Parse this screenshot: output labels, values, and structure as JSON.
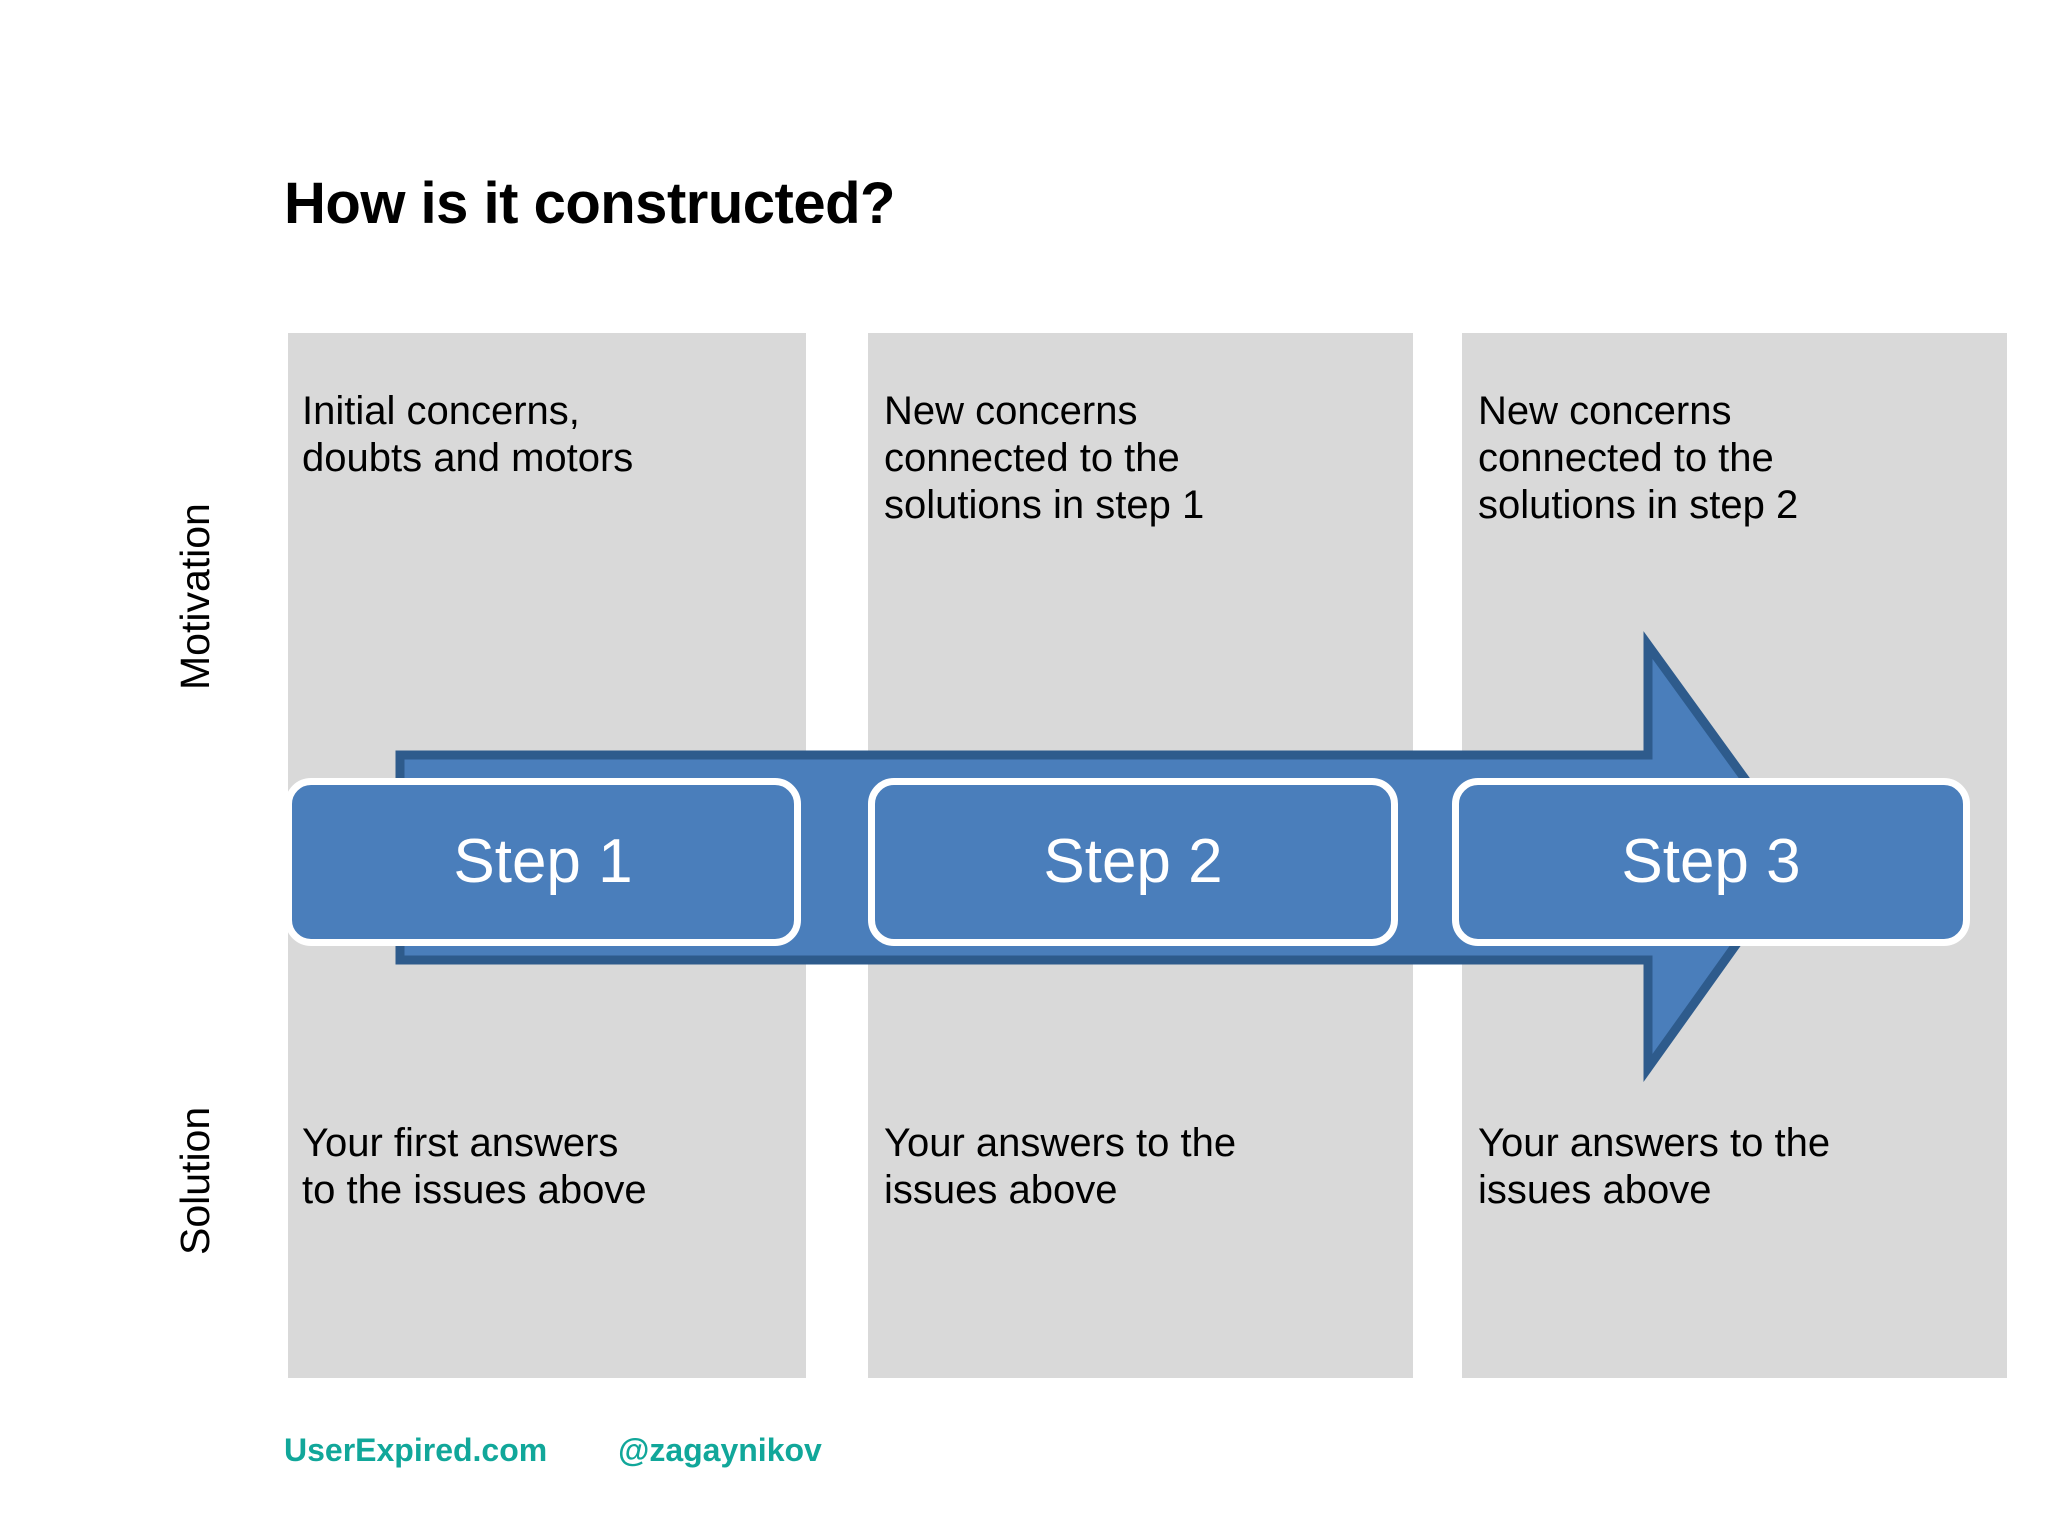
{
  "slide": {
    "title": "How is it constructed?",
    "background_color": "#ffffff"
  },
  "axis_labels": {
    "top": "Motivation",
    "bottom": "Solution"
  },
  "colors": {
    "column_fill": "#d9d9d9",
    "step_fill": "#4a7ebb",
    "arrow_fill": "#4a7ebb",
    "arrow_stroke": "#2e5b8c",
    "step_border": "#ffffff",
    "step_text": "#ffffff",
    "footer_accent": "#11a79a",
    "body_text": "#000000"
  },
  "columns": [
    {
      "id": "column-1",
      "motivation_text": "Initial concerns,\ndoubts and motors",
      "step_label": "Step 1",
      "solution_text": "Your first answers\nto the issues above"
    },
    {
      "id": "column-2",
      "motivation_text": "New concerns\nconnected to the\nsolutions in step 1",
      "step_label": "Step 2",
      "solution_text": "Your answers to the\nissues above"
    },
    {
      "id": "column-3",
      "motivation_text": "New concerns\nconnected to the\nsolutions in step 2",
      "step_label": "Step 3",
      "solution_text": "Your answers to the\nissues above"
    }
  ],
  "arrow": {
    "name": "process-arrow",
    "direction": "right"
  },
  "footer": {
    "site": "UserExpired.com",
    "handle": "@zagaynikov"
  }
}
